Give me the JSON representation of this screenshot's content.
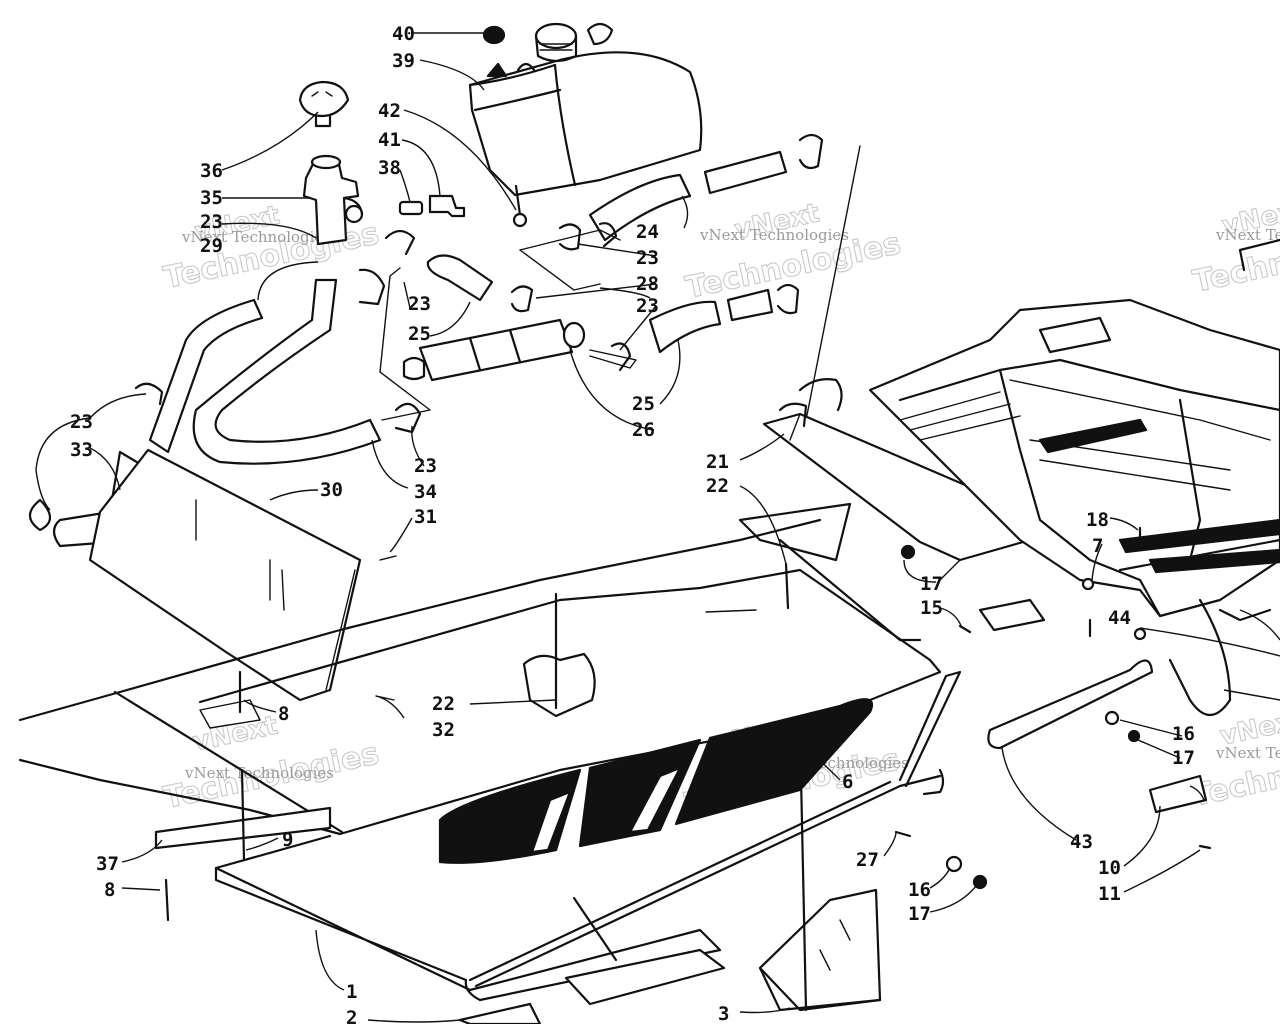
{
  "watermark": {
    "line1": "vNext",
    "line2": "Technologies",
    "small": "vNext Technologies"
  },
  "callouts": [
    {
      "label": "40"
    },
    {
      "label": "39"
    },
    {
      "label": "42"
    },
    {
      "label": "41"
    },
    {
      "label": "38"
    },
    {
      "label": "36"
    },
    {
      "label": "35"
    },
    {
      "label": "23"
    },
    {
      "label": "29"
    },
    {
      "label": "23"
    },
    {
      "label": "25"
    },
    {
      "label": "24"
    },
    {
      "label": "23"
    },
    {
      "label": "28"
    },
    {
      "label": "23"
    },
    {
      "label": "25"
    },
    {
      "label": "26"
    },
    {
      "label": "23"
    },
    {
      "label": "33"
    },
    {
      "label": "23"
    },
    {
      "label": "34"
    },
    {
      "label": "30"
    },
    {
      "label": "31"
    },
    {
      "label": "21"
    },
    {
      "label": "22"
    },
    {
      "label": "17"
    },
    {
      "label": "15"
    },
    {
      "label": "18"
    },
    {
      "label": "7"
    },
    {
      "label": "44"
    },
    {
      "label": "16"
    },
    {
      "label": "17"
    },
    {
      "label": "22"
    },
    {
      "label": "32"
    },
    {
      "label": "8"
    },
    {
      "label": "6"
    },
    {
      "label": "43"
    },
    {
      "label": "10"
    },
    {
      "label": "11"
    },
    {
      "label": "37"
    },
    {
      "label": "9"
    },
    {
      "label": "8"
    },
    {
      "label": "27"
    },
    {
      "label": "16"
    },
    {
      "label": "17"
    },
    {
      "label": "1"
    },
    {
      "label": "2"
    },
    {
      "label": "3"
    }
  ]
}
